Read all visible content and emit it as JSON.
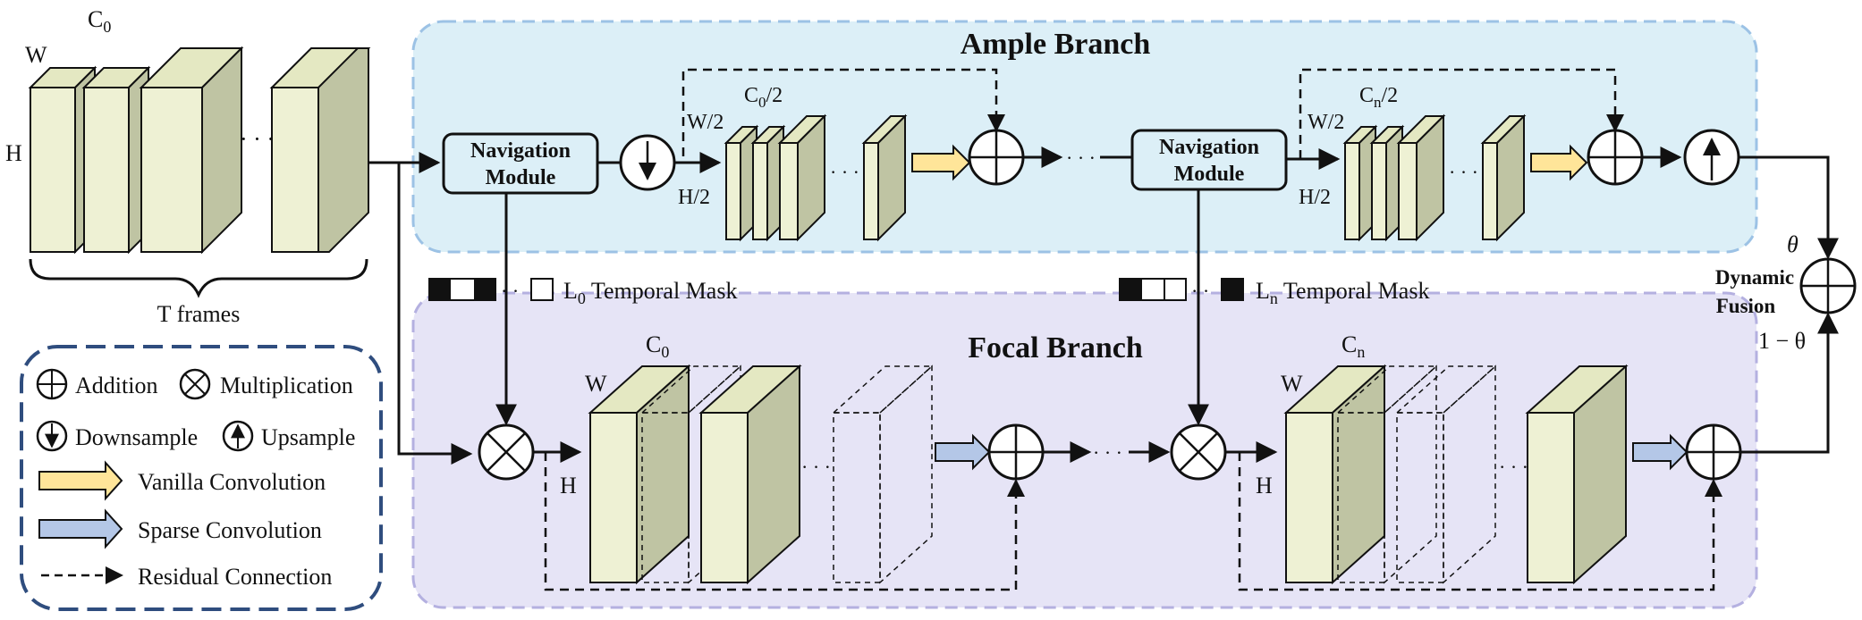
{
  "input": {
    "channel_label": "C",
    "channel_sub": "0",
    "width_label": "W",
    "height_label": "H",
    "ellipsis": "· · ·",
    "frames_label": "T frames"
  },
  "ample": {
    "title": "Ample Branch",
    "nav1_line1": "Navigation",
    "nav1_line2": "Module",
    "nav2_line1": "Navigation",
    "nav2_line2": "Module",
    "stack1_ch": "C",
    "stack1_ch_sub": "0",
    "stack1_ch_suffix": "/2",
    "stack2_ch": "C",
    "stack2_ch_sub": "n",
    "stack2_ch_suffix": "/2",
    "w_half": "W/2",
    "h_half": "H/2",
    "ellipsis": "· · ·"
  },
  "masks": {
    "mask0_sub": "0",
    "maskn_sub": "n",
    "mask_prefix": "L",
    "mask_suffix": " Temporal Mask"
  },
  "focal": {
    "title": "Focal Branch",
    "stack1_ch": "C",
    "stack1_ch_sub": "0",
    "stack2_ch": "C",
    "stack2_ch_sub": "n",
    "width_label": "W",
    "height_label": "H",
    "ellipsis": "· · ·"
  },
  "fusion": {
    "line1": "Dynamic",
    "line2": "Fusion",
    "theta": "θ",
    "one_minus_theta": "1 − θ"
  },
  "legend": {
    "addition": "Addition",
    "multiplication": "Multiplication",
    "downsample": "Downsample",
    "upsample": "Upsample",
    "vanilla": "Vanilla Convolution",
    "sparse": "Sparse Convolution",
    "residual": "Residual Connection"
  },
  "colors": {
    "ample_bg": "#dceff7",
    "ample_border": "#9cc2e5",
    "focal_bg": "#e6e4f6",
    "focal_border": "#b4b0e0",
    "block_front": "#eef1d4",
    "block_side": "#bfc4a3",
    "block_top": "#e4e8c2",
    "vanilla_arrow": "#ffe599",
    "sparse_arrow": "#b4c7e7",
    "legend_border": "#2f4d7e"
  }
}
